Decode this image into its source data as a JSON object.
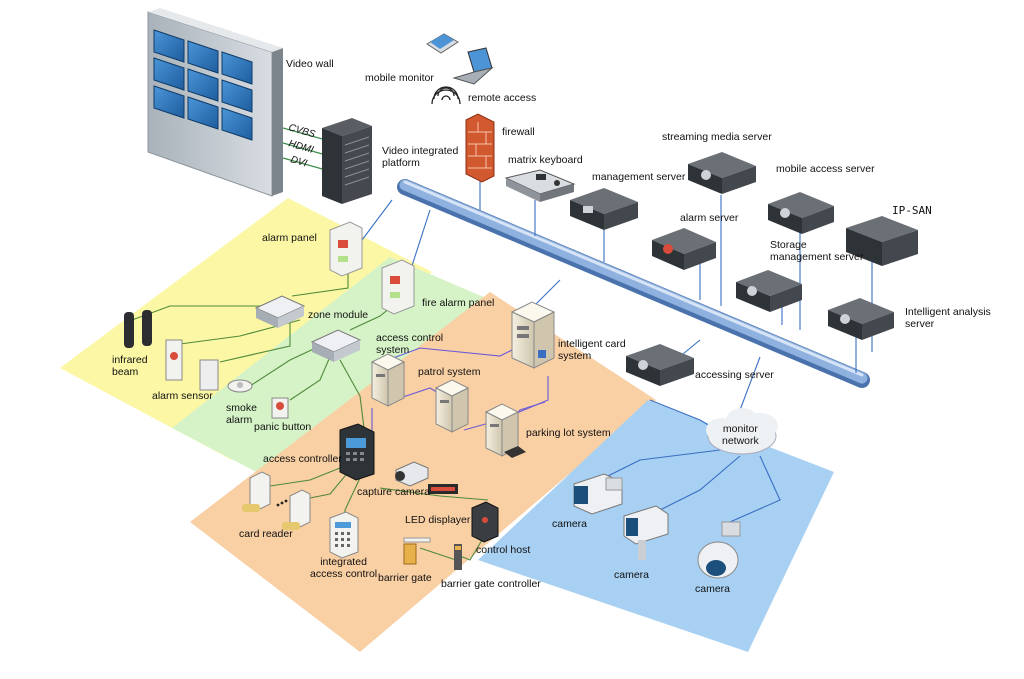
{
  "labels": {
    "video_wall": "Video wall",
    "mobile_monitor": "mobile monitor",
    "remote_access": "remote access",
    "firewall": "firewall",
    "video_integrated_platform": "Video integrated\nplatform",
    "matrix_keyboard": "matrix keyboard",
    "streaming_media_server": "streaming media server",
    "management_server": "management server",
    "mobile_access_server": "mobile access server",
    "alarm_server": "alarm server",
    "ip_san": "IP-SAN",
    "storage_management_server": "Storage\nmanagement server",
    "intelligent_analysis_server": "Intelligent analysis\nserver",
    "accessing_server": "accessing server",
    "alarm_panel": "alarm panel",
    "fire_alarm_panel": "fire alarm panel",
    "zone_module": "zone module",
    "access_control_system": "access control\nsystem",
    "intelligent_card_system": "intelligent card\nsystem",
    "patrol_system": "patrol system",
    "infrared_beam": "infrared\nbeam",
    "alarm_sensor": "alarm sensor",
    "smoke_alarm": "smoke\nalarm",
    "panic_button": "panic button",
    "access_controller": "access controller",
    "parking_lot_system": "parking lot system",
    "capture_camera": "capture camera",
    "led_displayer": "LED displayer",
    "card_reader": "card reader",
    "integrated_access_control": "integrated\naccess control",
    "control_host": "control host",
    "barrier_gate": "barrier gate",
    "barrier_gate_controller": "barrier gate controller",
    "monitor_network": "monitor\nnetwork",
    "camera_1": "camera",
    "camera_2": "camera",
    "camera_3": "camera",
    "cvbs": "CVBS",
    "hdmi": "HDMI",
    "dvi": "DVI"
  },
  "colors": {
    "zone_yellow": "#fbf7a4",
    "zone_green": "#d6f3c8",
    "zone_orange": "#f9cfa4",
    "zone_blue": "#a7d0f3",
    "backbone": "#7fa4d8",
    "link_blue": "#3a6fc4",
    "link_green": "#4f8a3a",
    "link_purple": "#6a5ad8",
    "server_dark": "#2e3338",
    "firewall_red": "#d2592f"
  },
  "icons": [
    "video-wall-icon",
    "laptop-icon",
    "fingerprint-icon",
    "firewall-icon",
    "platform-rack-icon",
    "keyboard-icon",
    "server-icon",
    "storage-array-icon",
    "alarm-panel-icon",
    "zone-module-icon",
    "tower-server-icon",
    "infrared-beam-icon",
    "smoke-alarm-icon",
    "panic-button-icon",
    "access-controller-icon",
    "card-reader-icon",
    "keypad-icon",
    "led-display-icon",
    "barrier-gate-icon",
    "bullet-camera-icon",
    "dome-camera-icon",
    "cloud-icon"
  ]
}
